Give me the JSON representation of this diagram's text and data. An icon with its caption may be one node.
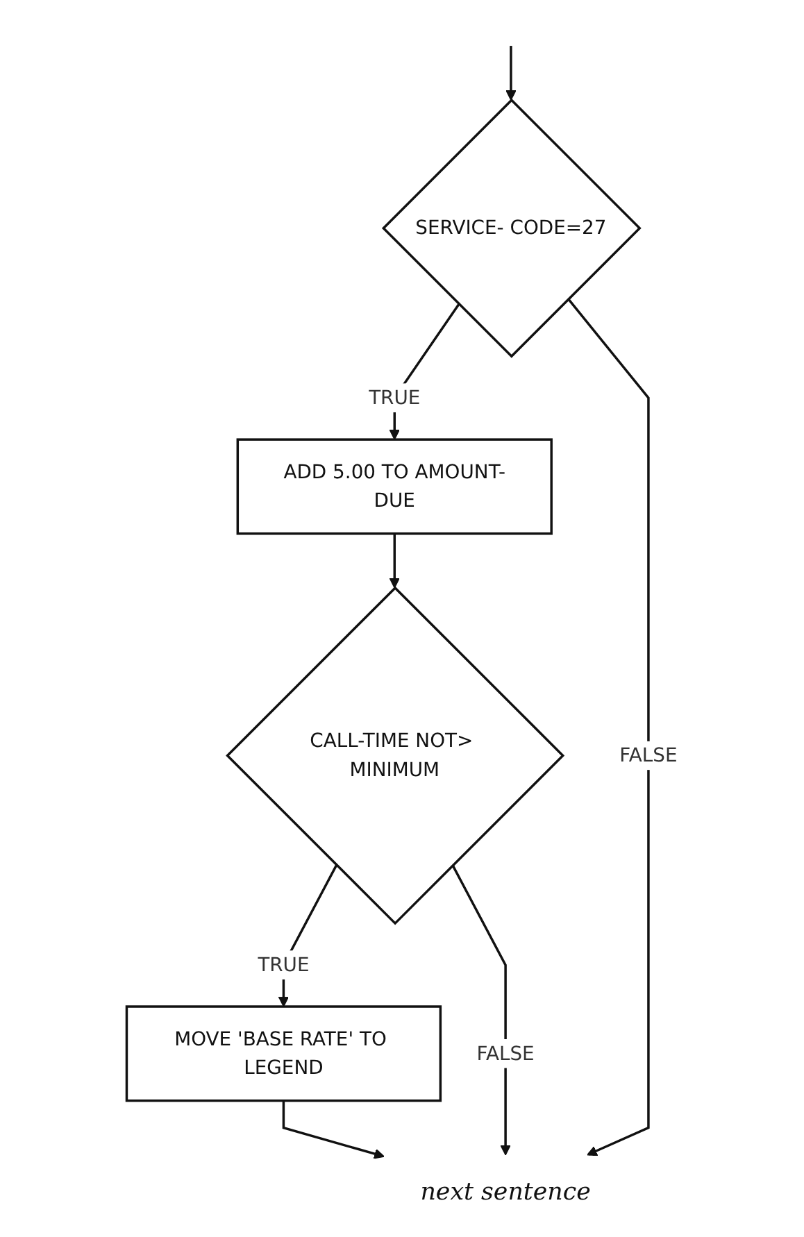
{
  "diagram": {
    "nodes": [
      {
        "text": [
          "SERVICE- CODE=27"
        ]
      },
      {
        "text": [
          "ADD 5.00 TO AMOUNT-DUE"
        ]
      },
      {
        "text": [
          "CALL-TIME NOT> MINIMUM"
        ]
      },
      {
        "text": [
          "MOVE 'BASE RATE' TO LEGEND"
        ]
      },
      {
        "text": [
          "next sentence"
        ]
      }
    ],
    "edges": [
      {
        "from": null,
        "to": 0,
        "arrow": "to"
      },
      {
        "from": 0,
        "to": 1,
        "label": "TRUE",
        "arrow": "to"
      },
      {
        "from": 1,
        "to": 2,
        "arrow": "to"
      },
      {
        "from": 2,
        "to": 3,
        "label": "TRUE",
        "arrow": "to"
      },
      {
        "from": 3,
        "to": 4,
        "arrow": "to"
      },
      {
        "from": 2,
        "to": 4,
        "label": "FALSE",
        "arrow": "to"
      },
      {
        "from": 0,
        "to": 4,
        "label": "FALSE",
        "arrow": "to"
      }
    ]
  }
}
